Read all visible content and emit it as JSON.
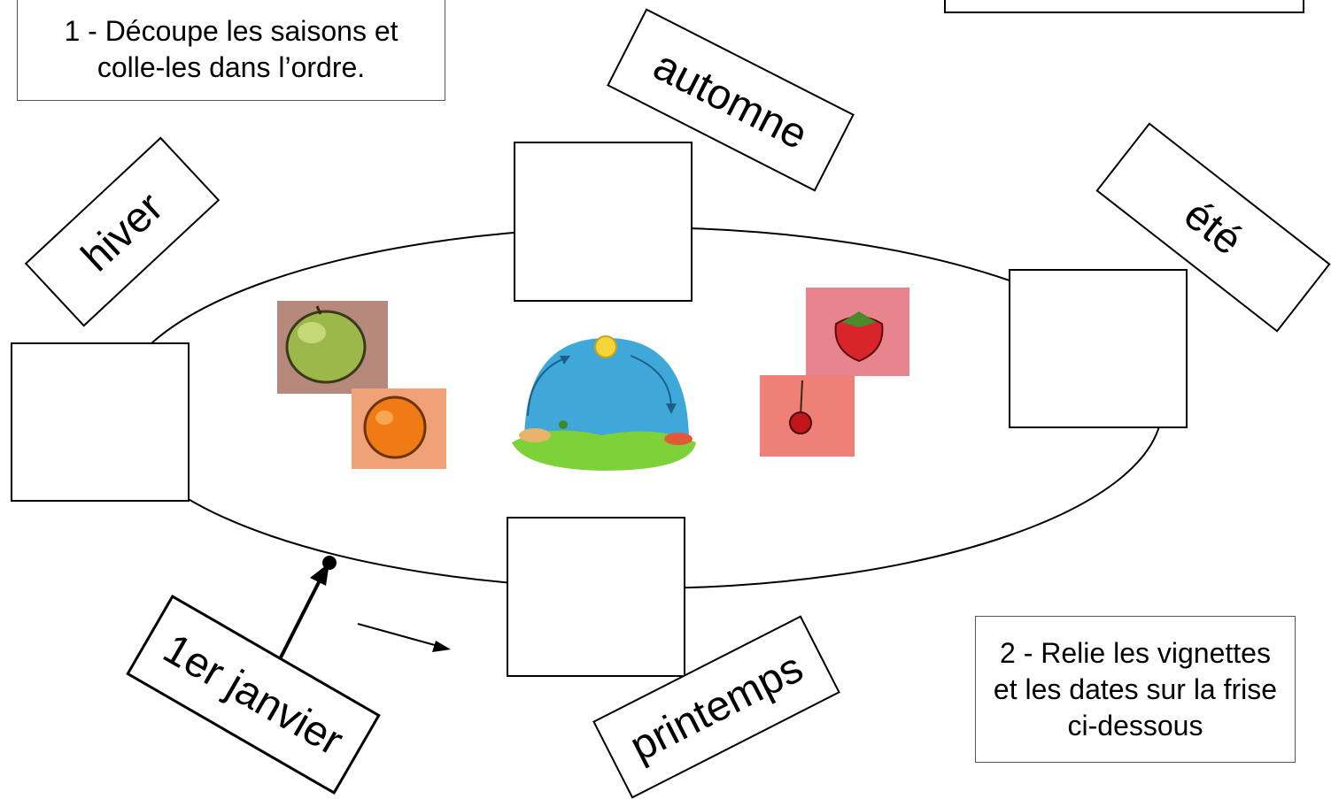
{
  "instructions": {
    "step1": "1 - Découpe les saisons et colle-les dans l’ordre.",
    "step2": "2 - Relie les vignettes et les dates sur la frise ci-dessous"
  },
  "seasons": {
    "hiver": "hiver",
    "automne": "automne",
    "ete": "été",
    "printemps": "printemps"
  },
  "date_label": "1er janvier",
  "images": {
    "center": "seasonal-cycle-illustration",
    "fruits": [
      "apple",
      "orange",
      "strawberry",
      "cherry"
    ]
  },
  "colors": {
    "apple_bg": "#b7887c",
    "orange_bg": "#f0a178",
    "strawberry_bg": "#e8848e",
    "cherry_bg": "#ee8077"
  }
}
